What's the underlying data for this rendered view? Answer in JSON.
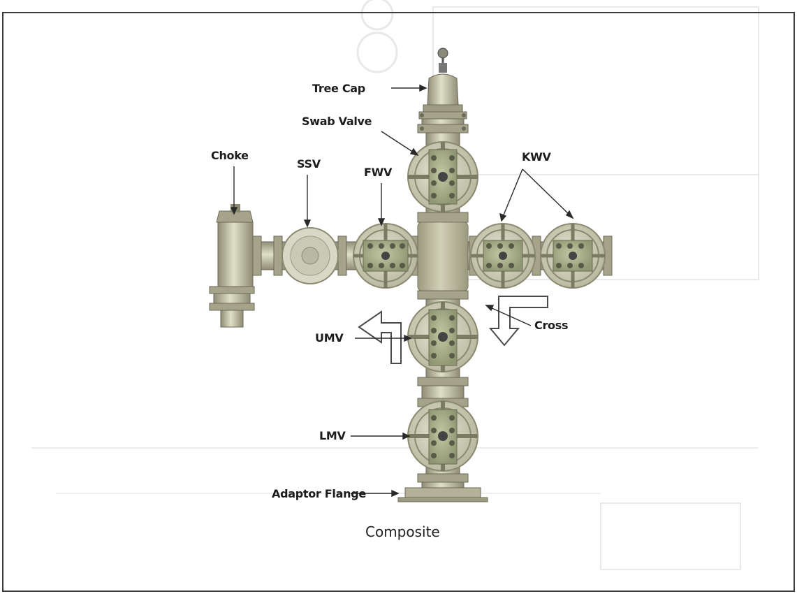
{
  "diagram": {
    "labels": {
      "tree_cap": "Tree Cap",
      "swab_valve": "Swab Valve",
      "choke": "Choke",
      "ssv": "SSV",
      "fwv": "FWV",
      "kwv": "KWV",
      "umv": "UMV",
      "cross": "Cross",
      "lmv": "LMV",
      "adaptor_flange": "Adaptor Flange"
    },
    "caption": "Composite"
  },
  "colors": {
    "metal": "#c8c7ab",
    "metal_dark": "#8e8c74",
    "valve_green": "#a9ae8a",
    "bolt": "#6b6a58",
    "frame_border": "#3a3a3a",
    "bleed_text": "#d2d2d2"
  }
}
